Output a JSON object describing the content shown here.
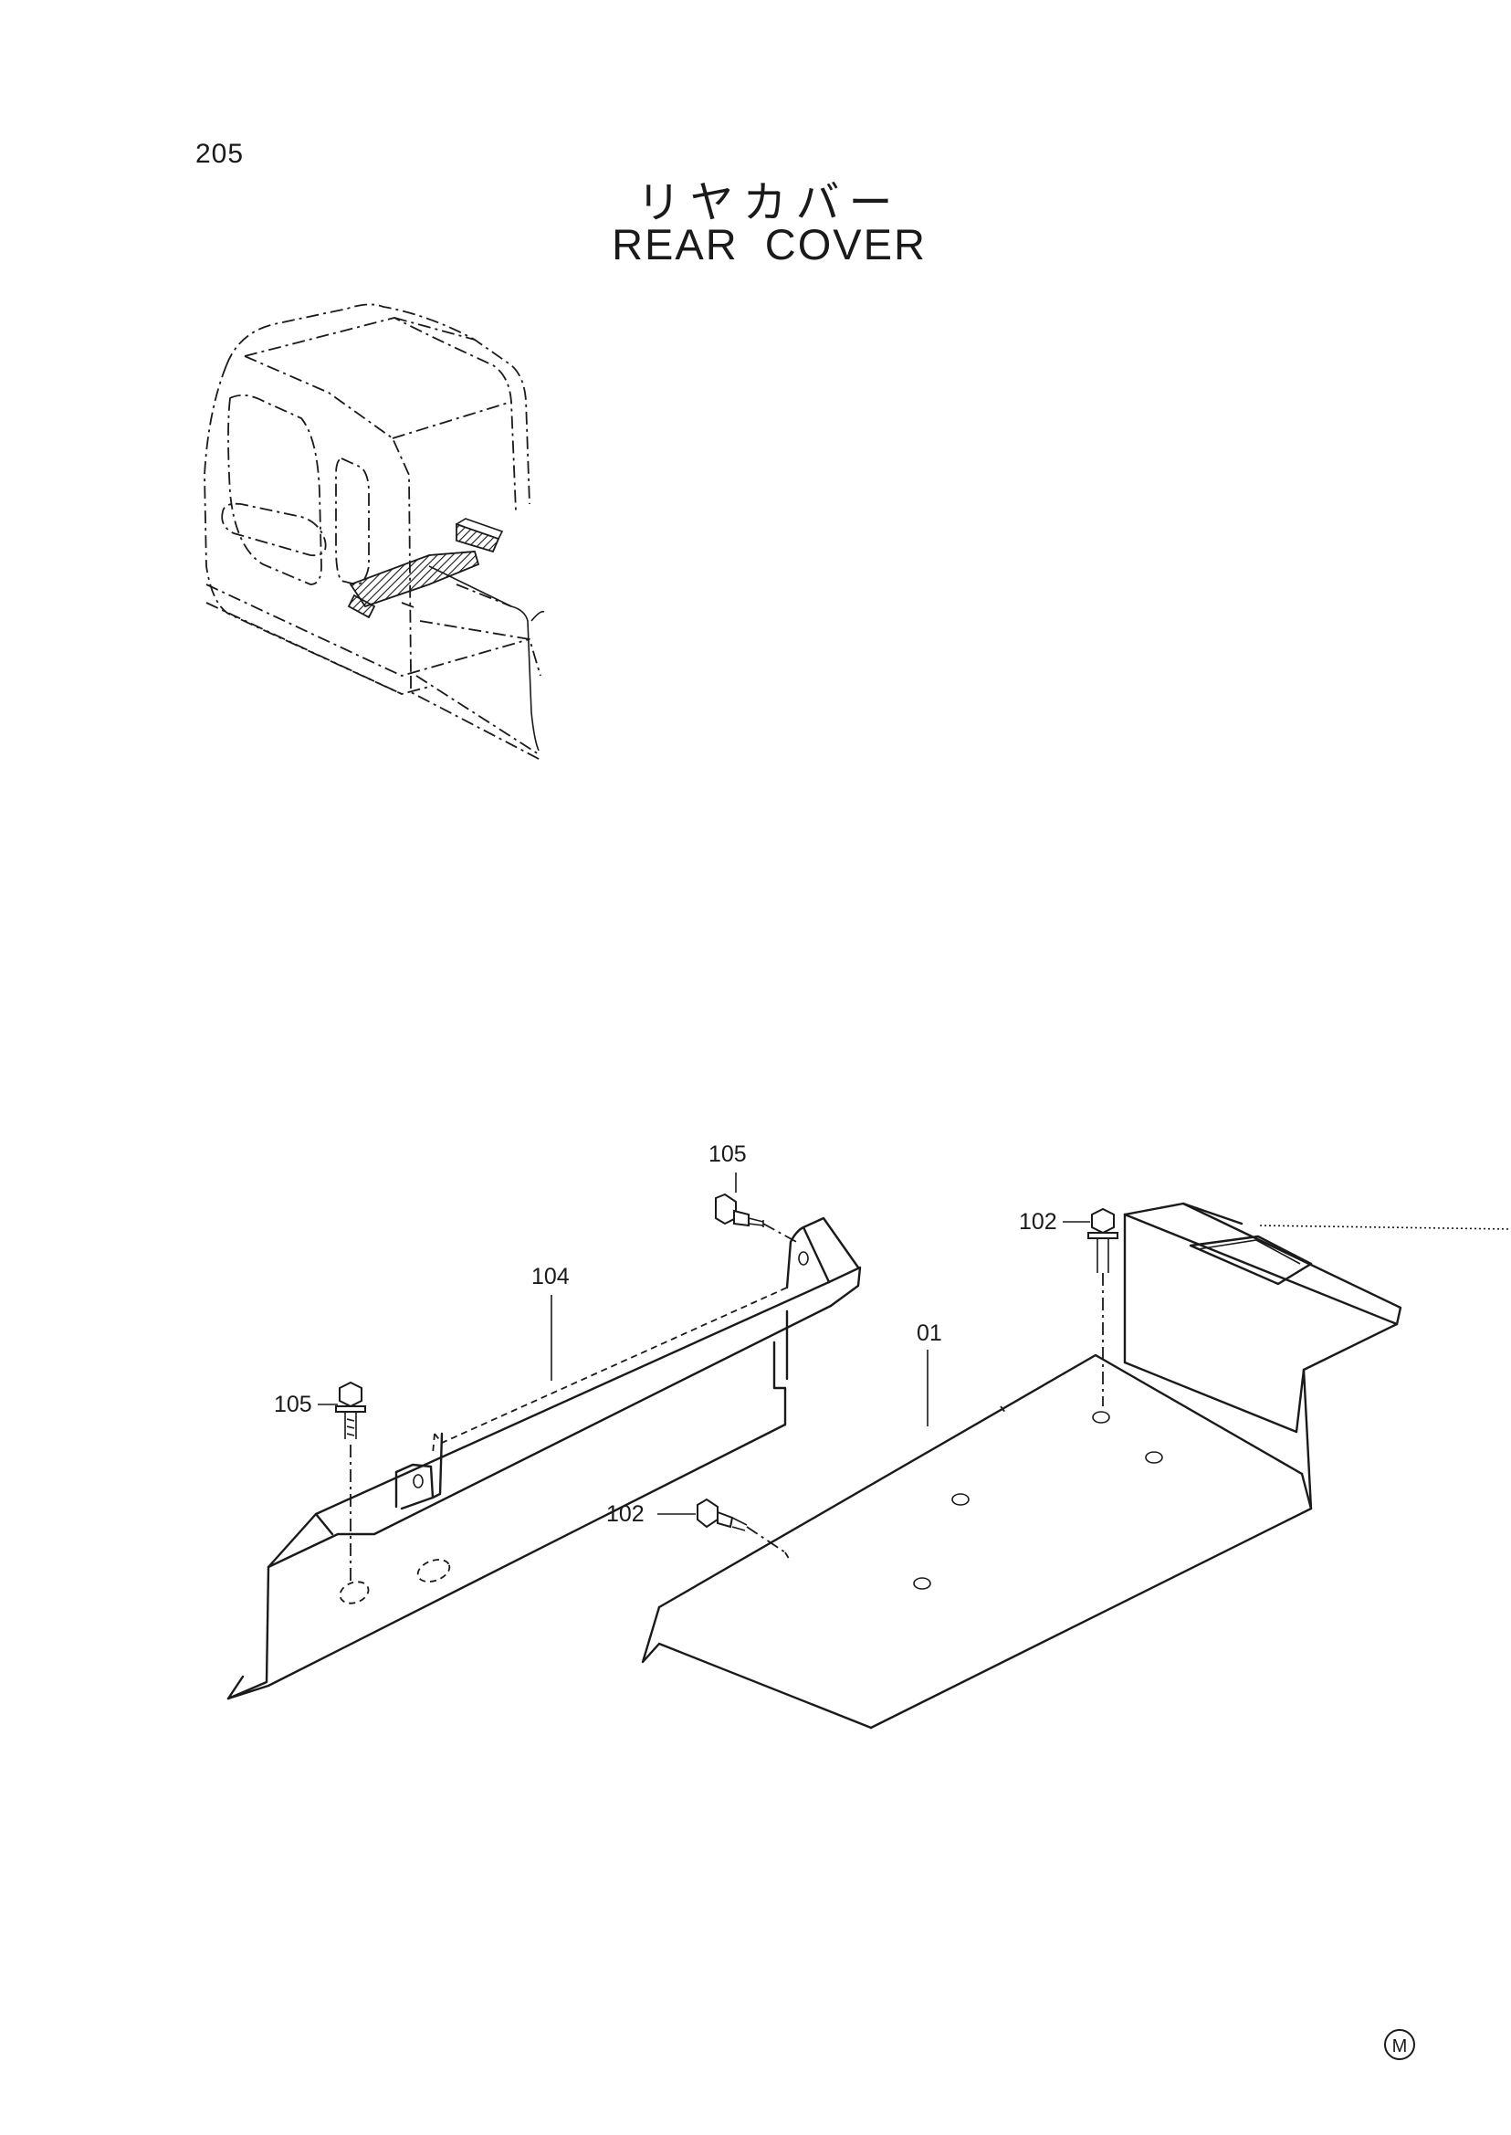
{
  "page_number": "205",
  "title_jp": "リヤカバー",
  "title_en": "REAR COVER",
  "parts": [
    {
      "id": "105-top",
      "label": "105"
    },
    {
      "id": "104",
      "label": "104"
    },
    {
      "id": "105-left",
      "label": "105"
    },
    {
      "id": "102-top",
      "label": "102"
    },
    {
      "id": "01",
      "label": "01"
    },
    {
      "id": "102-mid",
      "label": "102"
    }
  ],
  "footer_mark": "M"
}
